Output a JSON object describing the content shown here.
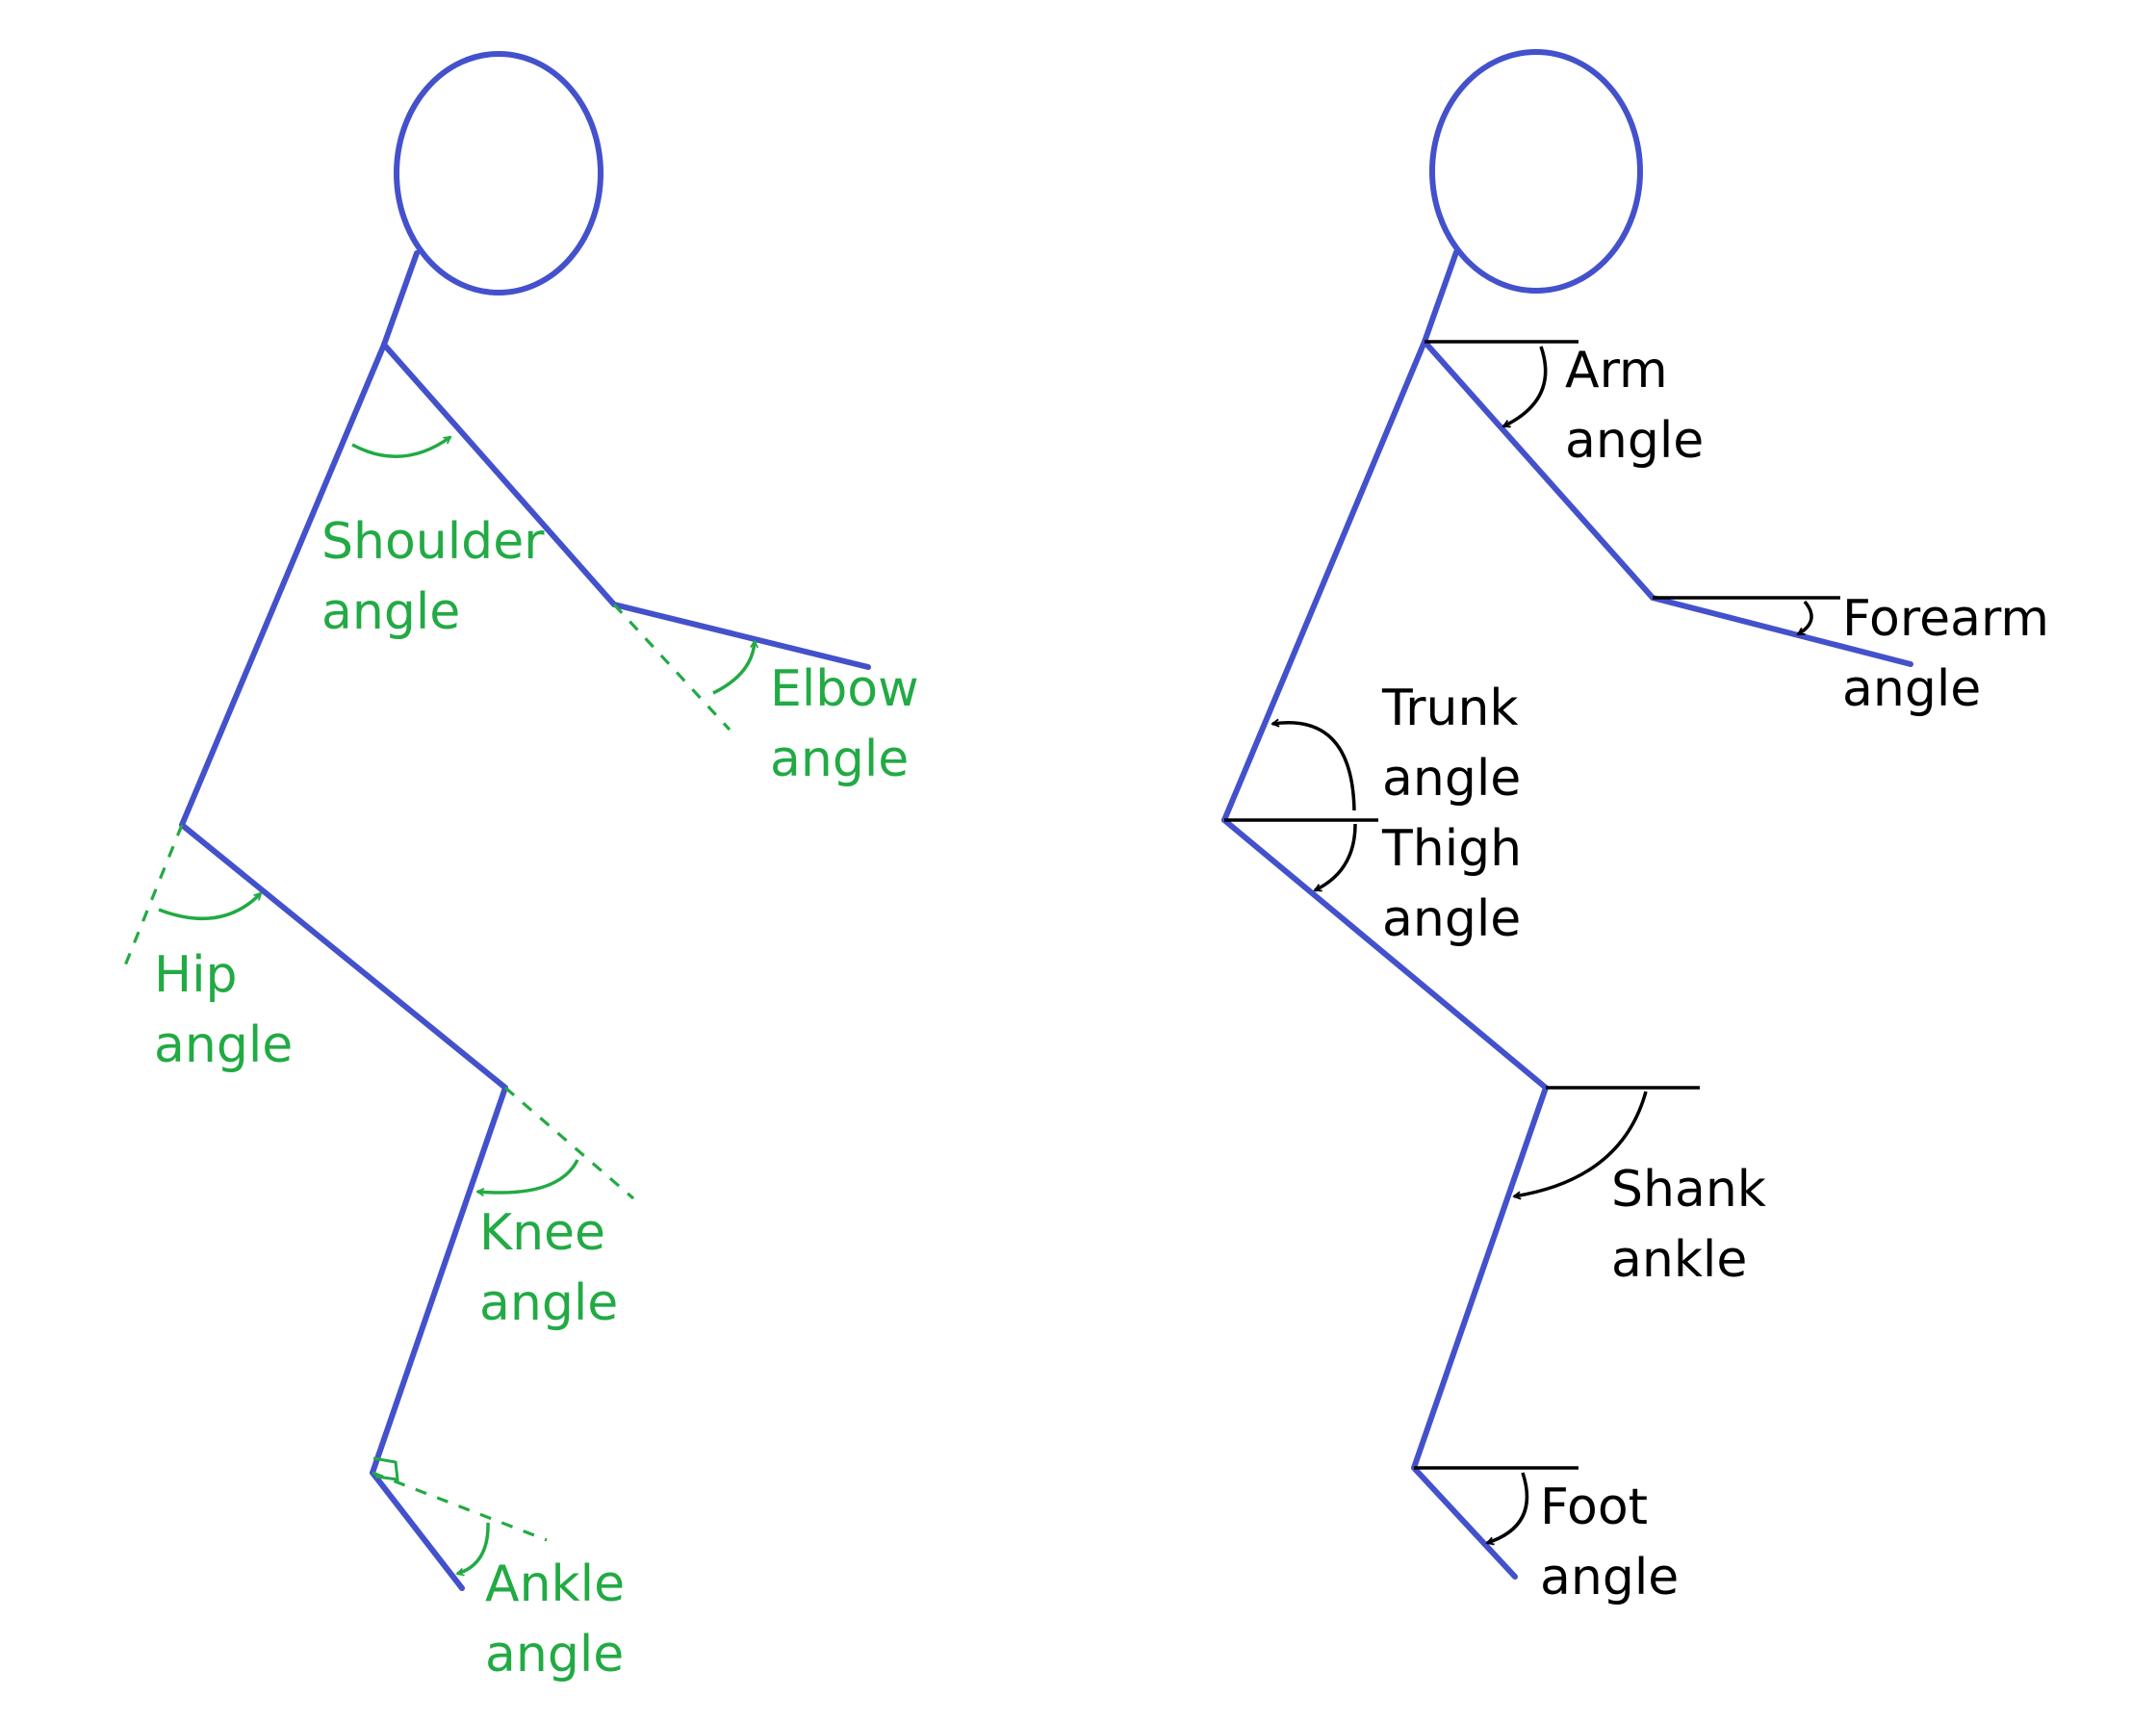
{
  "colors": {
    "body": "#4451CC",
    "relative_angles": "#22AA44",
    "absolute_angles": "#000000"
  },
  "left_figure": {
    "shoulder": [
      "Shoulder",
      "angle"
    ],
    "elbow": [
      "Elbow",
      "angle"
    ],
    "hip": [
      "Hip",
      "angle"
    ],
    "knee": [
      "Knee",
      "angle"
    ],
    "ankle": [
      "Ankle",
      "angle"
    ]
  },
  "right_figure": {
    "arm": [
      "Arm",
      "angle"
    ],
    "forearm": [
      "Forearm",
      "angle"
    ],
    "trunk": [
      "Trunk",
      "angle"
    ],
    "thigh": [
      "Thigh",
      "angle"
    ],
    "shank": [
      "Shank",
      "ankle"
    ],
    "foot": [
      "Foot",
      "angle"
    ]
  }
}
